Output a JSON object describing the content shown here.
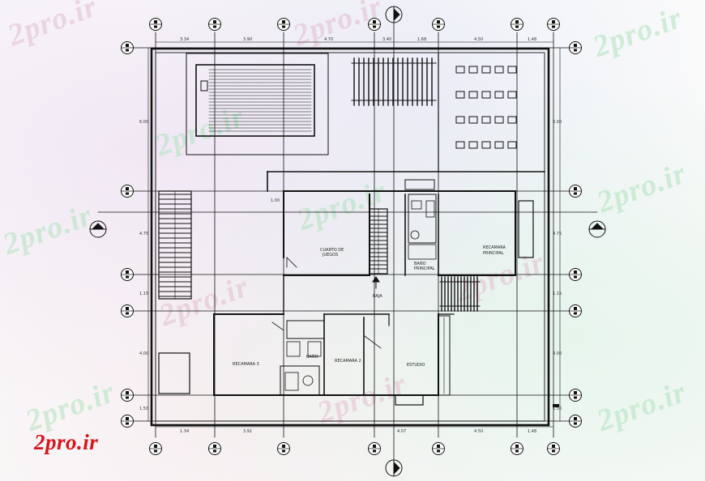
{
  "watermark": {
    "text": "2pro.ir"
  },
  "logo": {
    "text": "2pro.ir",
    "color": "#d8141b"
  },
  "dimensions": {
    "top": [
      "3.34",
      "3.90",
      "4.70",
      "3.40",
      "1.68",
      "4.50",
      "1.48"
    ],
    "bottom": [
      "1.34",
      "3.91",
      "4.07",
      "4.50",
      "1.48"
    ],
    "left": [
      "6.00",
      "4.75",
      "1.15",
      "4.00",
      "1.50"
    ],
    "right": [
      "6.00",
      "4.75",
      "1.15",
      "4.00",
      "1.50"
    ],
    "stair_note": "1.00"
  },
  "rooms": {
    "cuarto_juego_1": "CUARTO DE",
    "cuarto_juego_2": "JUEGOS",
    "recamara_principal_1": "RECAMARA",
    "recamara_principal_2": "PRINCIPAL",
    "bano_principal_1": "BAÑO",
    "bano_principal_2": "PRINCIPAL",
    "baja": "BAJA",
    "recamara_3": "RECAMARA 3",
    "bano": "BAÑO",
    "recamara_2": "RECAMARA 2",
    "estudio": "ESTUDIO"
  },
  "colors": {
    "line": "#111111",
    "watermark_pink": "#e1becd",
    "watermark_green": "#afe1be"
  }
}
